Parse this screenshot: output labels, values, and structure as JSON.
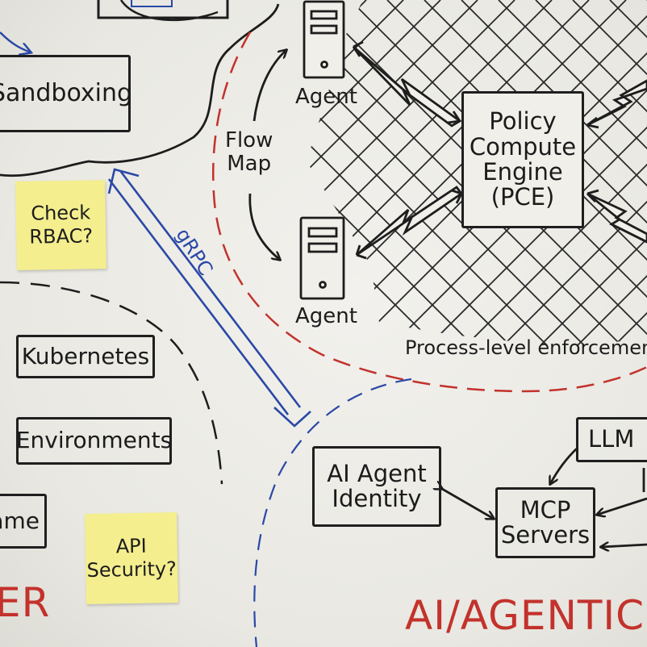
{
  "boxes": {
    "sandboxing": "Sandboxing",
    "pce": [
      "Policy",
      "Compute",
      "Engine",
      "(PCE)"
    ],
    "kubernetes": "Kubernetes",
    "environments": "Environments",
    "name_partial": "ame",
    "ai_agent_identity": [
      "AI Agent",
      "Identity"
    ],
    "mcp_servers": [
      "MCP",
      "Servers"
    ],
    "llm": "LLM"
  },
  "labels": {
    "agent_top": "Agent",
    "agent_bottom": "Agent",
    "flow_map": [
      "Flow",
      "Map"
    ],
    "grpc": "gRPC",
    "process_level": "Process-level enforcemen"
  },
  "stickies": {
    "check_rbac": [
      "Check",
      "RBAC?"
    ],
    "api_security": [
      "API",
      "Security?"
    ]
  },
  "titles": {
    "left_red": "ER",
    "right_red": "AI/AGENTIC"
  },
  "colors": {
    "ink": "#1d1d1d",
    "red": "#c3322c",
    "blue": "#2a48a6",
    "sticky": "#f4ee8e"
  }
}
